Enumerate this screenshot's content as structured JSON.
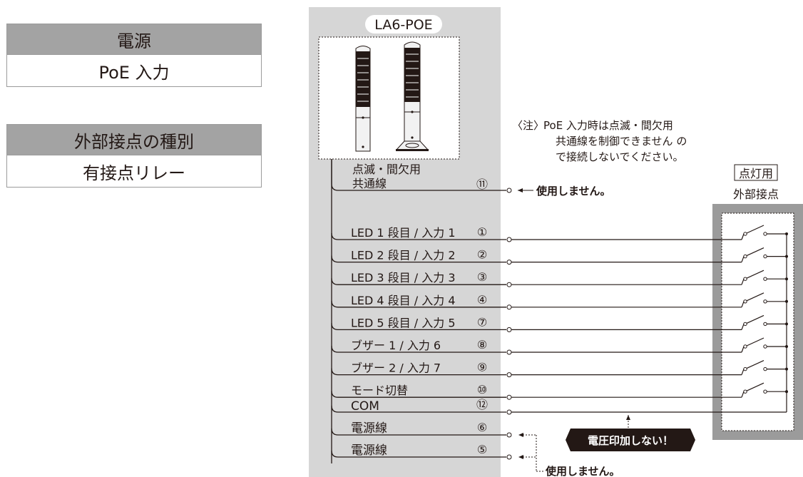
{
  "spec_tables": [
    {
      "header": "電源",
      "value": "PoE 入力"
    },
    {
      "header": "外部接点の種別",
      "value": "有接点リレー"
    }
  ],
  "diagram": {
    "model_label": "LA6-POE",
    "note_prefix": "〈注〉",
    "note_lines": [
      "PoE 入力時は点滅・間欠用",
      "共通線を制御できません の",
      "で接続しないでください。"
    ],
    "top_wire": {
      "label_lines": [
        "点滅・間欠用",
        "共通線"
      ],
      "number": "⑪",
      "unused_text": "使用しません。"
    },
    "wires": [
      {
        "label": "LED 1 段目 / 入力 1",
        "number": "①"
      },
      {
        "label": "LED 2 段目 / 入力 2",
        "number": "②"
      },
      {
        "label": "LED 3 段目 / 入力 3",
        "number": "③"
      },
      {
        "label": "LED 4 段目 / 入力 4",
        "number": "④"
      },
      {
        "label": "LED 5 段目 / 入力 5",
        "number": "⑦"
      },
      {
        "label": "ブザー 1 / 入力 6",
        "number": "⑧"
      },
      {
        "label": "ブザー 2 / 入力 7",
        "number": "⑨"
      },
      {
        "label": "モード切替",
        "number": "⑩"
      }
    ],
    "com_wire": {
      "label": "COM",
      "number": "⑫"
    },
    "power_wires": [
      {
        "label": "電源線",
        "number": "⑥"
      },
      {
        "label": "電源線",
        "number": "⑤"
      }
    ],
    "power_unused_text": "使用しません。",
    "warning_text": "電圧印加しない！",
    "contact_box_title": "点灯用",
    "contact_box_subtitle": "外部接点",
    "colors": {
      "panel_gray": "#d6d6d6",
      "header_gray": "#a3a3a3",
      "line": "#231815",
      "contact_frame": "#9b9b9b"
    }
  }
}
